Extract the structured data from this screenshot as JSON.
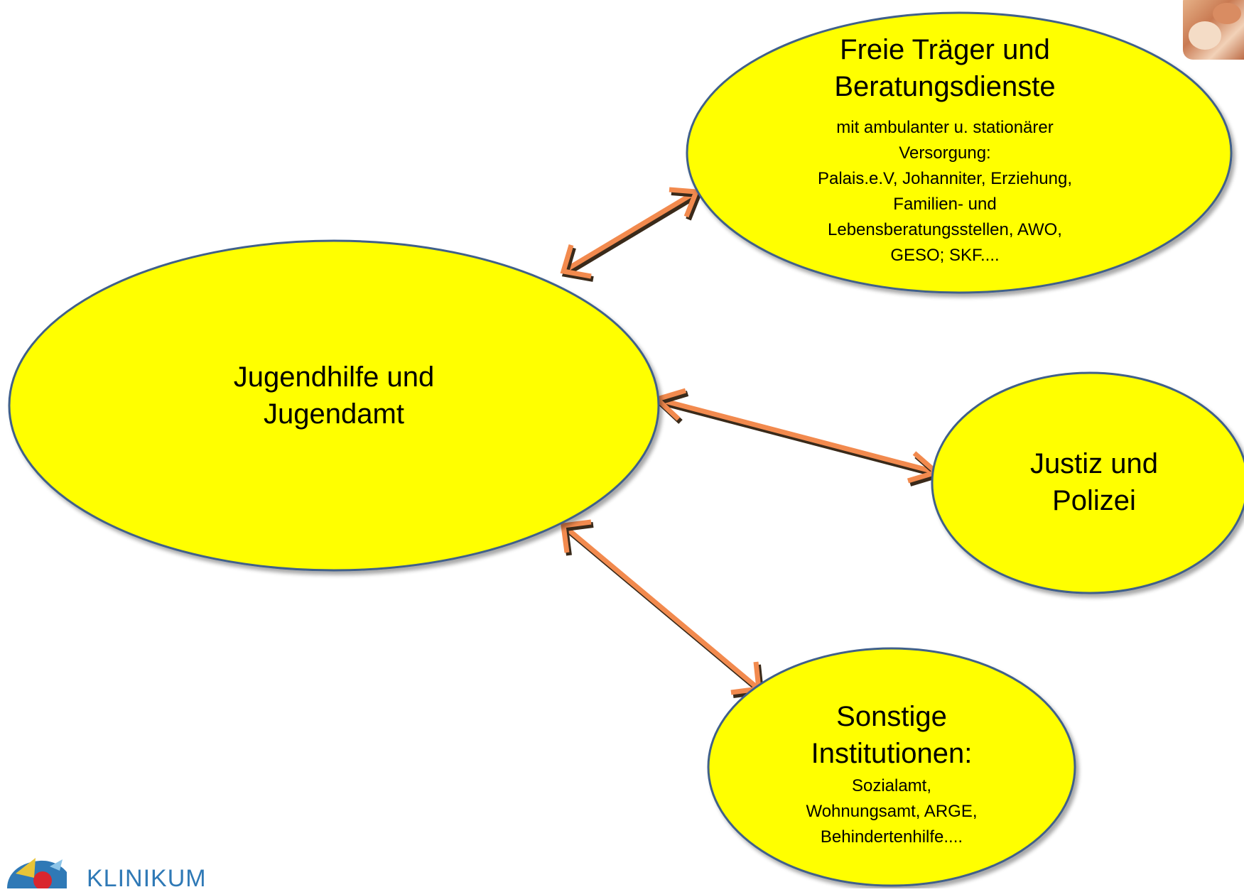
{
  "nodes": {
    "jugendamt": {
      "title": [
        "Jugendhilfe und",
        "Jugendamt"
      ]
    },
    "freie_traeger": {
      "title": [
        "Freie Träger und",
        "Beratungsdienste"
      ],
      "details": [
        "mit ambulanter u. stationärer",
        "Versorgung:",
        "Palais.e.V, Johanniter, Erziehung,",
        "Familien- und",
        "Lebensberatungsstellen, AWO,",
        "GESO; SKF...."
      ]
    },
    "justiz": {
      "title": [
        "Justiz und",
        "Polizei"
      ]
    },
    "sonstige": {
      "title": [
        "Sonstige",
        "Institutionen:"
      ],
      "details": [
        "Sozialamt,",
        "Wohnungsamt, ARGE,",
        "Behindertenhilfe...."
      ]
    }
  },
  "logo": {
    "text": "KLINIKUM"
  },
  "colors": {
    "node_fill": "#ffff00",
    "node_stroke": "#41618a",
    "arrow": "#f28a4e",
    "logo_text": "#2f79b6"
  }
}
